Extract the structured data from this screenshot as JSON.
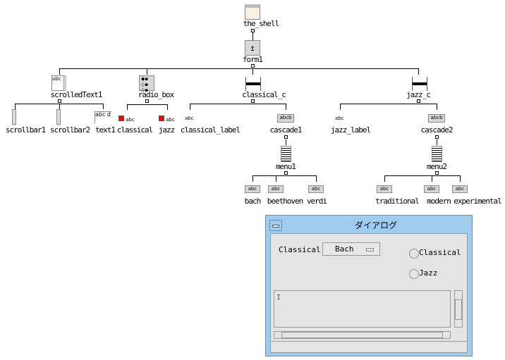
{
  "tree": {
    "the_shell": "the_shell",
    "form1": "form1",
    "scrolledText1": "scrolledText1",
    "radio_box": "radio_box",
    "classical_c": "classical_c",
    "jazz_c": "jazz_c",
    "scrollbar1": "scrollbar1",
    "scrollbar2": "scrollbar2",
    "text1": "text1",
    "classical": "classical",
    "jazz": "jazz",
    "classical_label": "classical_label",
    "cascade1": "cascade1",
    "jazz_label": "jazz_label",
    "cascade2": "cascade2",
    "menu1": "menu1",
    "menu2": "menu2",
    "bach": "bach",
    "beethoven": "beethoven",
    "verdi": "verdi",
    "traditional": "traditional",
    "modern": "modern",
    "experimental": "experimental",
    "icon_text": "abc",
    "icon_text_cascade": "abcb",
    "icon_text_multi": "abc d"
  },
  "dialog": {
    "title": "ダイアログ",
    "option_label": "Classical",
    "option_value": "Bach",
    "radios": [
      "Classical",
      "Jazz"
    ],
    "text_value": ""
  },
  "colors": {
    "title_bar": "#9ecbf0",
    "body": "#e4e4e4",
    "toggle": "#ff0000"
  }
}
